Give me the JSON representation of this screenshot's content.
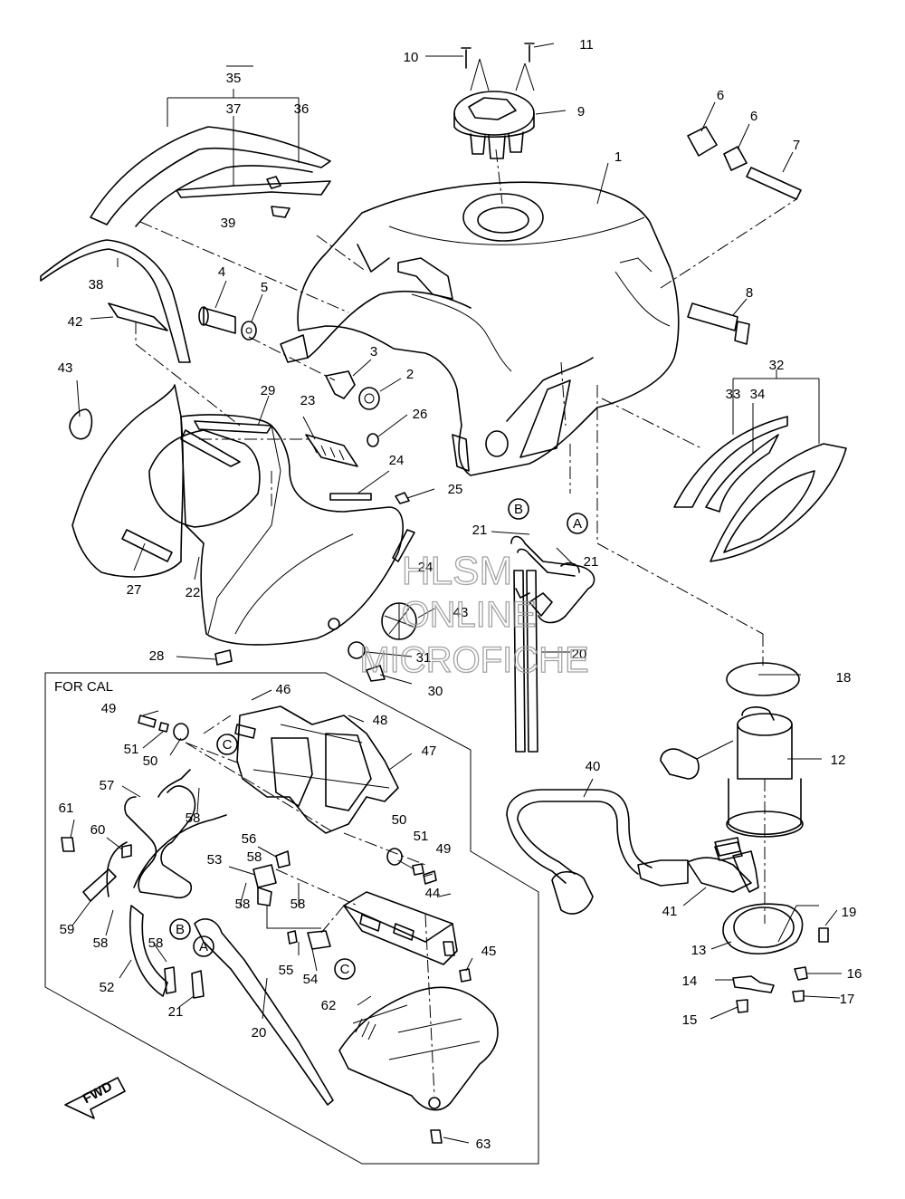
{
  "inset_label": "FOR CAL",
  "fwd_label": "FWD",
  "watermark": [
    "HLSM",
    "ONLINE",
    "MICROFICHE"
  ],
  "callouts": [
    {
      "id": "c1",
      "text": "1"
    },
    {
      "id": "c2",
      "text": "2"
    },
    {
      "id": "c3",
      "text": "3"
    },
    {
      "id": "c4",
      "text": "4"
    },
    {
      "id": "c5",
      "text": "5"
    },
    {
      "id": "c6a",
      "text": "6"
    },
    {
      "id": "c6b",
      "text": "6"
    },
    {
      "id": "c7",
      "text": "7"
    },
    {
      "id": "c8",
      "text": "8"
    },
    {
      "id": "c9",
      "text": "9"
    },
    {
      "id": "c10",
      "text": "10"
    },
    {
      "id": "c11",
      "text": "11"
    },
    {
      "id": "c12",
      "text": "12"
    },
    {
      "id": "c13",
      "text": "13"
    },
    {
      "id": "c14",
      "text": "14"
    },
    {
      "id": "c15",
      "text": "15"
    },
    {
      "id": "c16",
      "text": "16"
    },
    {
      "id": "c17",
      "text": "17"
    },
    {
      "id": "c18",
      "text": "18"
    },
    {
      "id": "c19",
      "text": "19"
    },
    {
      "id": "c20a",
      "text": "20"
    },
    {
      "id": "c20b",
      "text": "20"
    },
    {
      "id": "c21a",
      "text": "21"
    },
    {
      "id": "c21b",
      "text": "21"
    },
    {
      "id": "c21c",
      "text": "21"
    },
    {
      "id": "c22",
      "text": "22"
    },
    {
      "id": "c23",
      "text": "23"
    },
    {
      "id": "c24a",
      "text": "24"
    },
    {
      "id": "c24b",
      "text": "24"
    },
    {
      "id": "c25",
      "text": "25"
    },
    {
      "id": "c26",
      "text": "26"
    },
    {
      "id": "c27",
      "text": "27"
    },
    {
      "id": "c28",
      "text": "28"
    },
    {
      "id": "c29",
      "text": "29"
    },
    {
      "id": "c30",
      "text": "30"
    },
    {
      "id": "c31",
      "text": "31"
    },
    {
      "id": "c32",
      "text": "32"
    },
    {
      "id": "c33",
      "text": "33"
    },
    {
      "id": "c34",
      "text": "34"
    },
    {
      "id": "c35",
      "text": "35"
    },
    {
      "id": "c36",
      "text": "36"
    },
    {
      "id": "c37",
      "text": "37"
    },
    {
      "id": "c38",
      "text": "38"
    },
    {
      "id": "c39",
      "text": "39"
    },
    {
      "id": "c40",
      "text": "40"
    },
    {
      "id": "c41",
      "text": "41"
    },
    {
      "id": "c42",
      "text": "42"
    },
    {
      "id": "c43a",
      "text": "43"
    },
    {
      "id": "c43b",
      "text": "43"
    },
    {
      "id": "c44",
      "text": "44"
    },
    {
      "id": "c45",
      "text": "45"
    },
    {
      "id": "c46",
      "text": "46"
    },
    {
      "id": "c47",
      "text": "47"
    },
    {
      "id": "c48",
      "text": "48"
    },
    {
      "id": "c49a",
      "text": "49"
    },
    {
      "id": "c49b",
      "text": "49"
    },
    {
      "id": "c50a",
      "text": "50"
    },
    {
      "id": "c50b",
      "text": "50"
    },
    {
      "id": "c51a",
      "text": "51"
    },
    {
      "id": "c51b",
      "text": "51"
    },
    {
      "id": "c52",
      "text": "52"
    },
    {
      "id": "c53",
      "text": "53"
    },
    {
      "id": "c54",
      "text": "54"
    },
    {
      "id": "c55",
      "text": "55"
    },
    {
      "id": "c56",
      "text": "56"
    },
    {
      "id": "c57",
      "text": "57"
    },
    {
      "id": "c58a",
      "text": "58"
    },
    {
      "id": "c58b",
      "text": "58"
    },
    {
      "id": "c58c",
      "text": "58"
    },
    {
      "id": "c58d",
      "text": "58"
    },
    {
      "id": "c58e",
      "text": "58"
    },
    {
      "id": "c58f",
      "text": "58"
    },
    {
      "id": "c59",
      "text": "59"
    },
    {
      "id": "c60",
      "text": "60"
    },
    {
      "id": "c61",
      "text": "61"
    },
    {
      "id": "c62",
      "text": "62"
    },
    {
      "id": "c63",
      "text": "63"
    }
  ],
  "markers": [
    {
      "id": "mA1",
      "text": "A"
    },
    {
      "id": "mB1",
      "text": "B"
    },
    {
      "id": "mC1",
      "text": "C"
    },
    {
      "id": "mC2",
      "text": "C"
    },
    {
      "id": "mA2",
      "text": "A"
    },
    {
      "id": "mB2",
      "text": "B"
    }
  ]
}
